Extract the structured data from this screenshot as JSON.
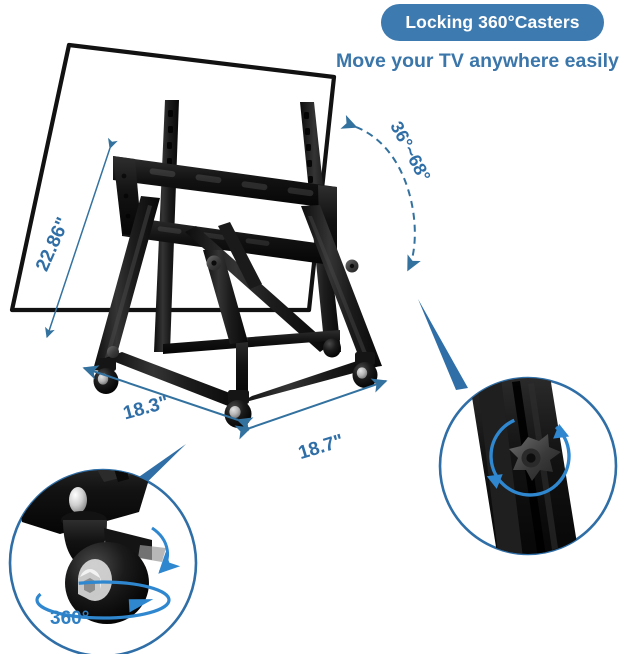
{
  "badge": {
    "label": "Locking 360°Casters",
    "color": "#3d7ab0",
    "text_color": "#ffffff"
  },
  "headline": {
    "text": "Move your TV anywhere easily",
    "color": "#3b76ab"
  },
  "annotations": {
    "height_dimension": "22.86\"",
    "depth_dimension": "18.3\"",
    "width_dimension": "18.7\"",
    "tilt_angle_range": "36°~68°",
    "caster_rotation": "360°"
  },
  "callouts": [
    {
      "name": "caster-detail",
      "label": "360°",
      "subject": "locking swivel caster wheel"
    },
    {
      "name": "knob-detail",
      "label": "",
      "subject": "adjustment knob on upright column"
    }
  ],
  "colors": {
    "accent_blue": "#2f6ea6",
    "arrow_blue": "#33719f",
    "circle_outline": "#2f6ea6",
    "frame_black": "#1a1a1a",
    "background": "#ffffff"
  },
  "product": {
    "type": "rolling TV stand cart",
    "tv_panel": "white screen outline in perspective"
  }
}
